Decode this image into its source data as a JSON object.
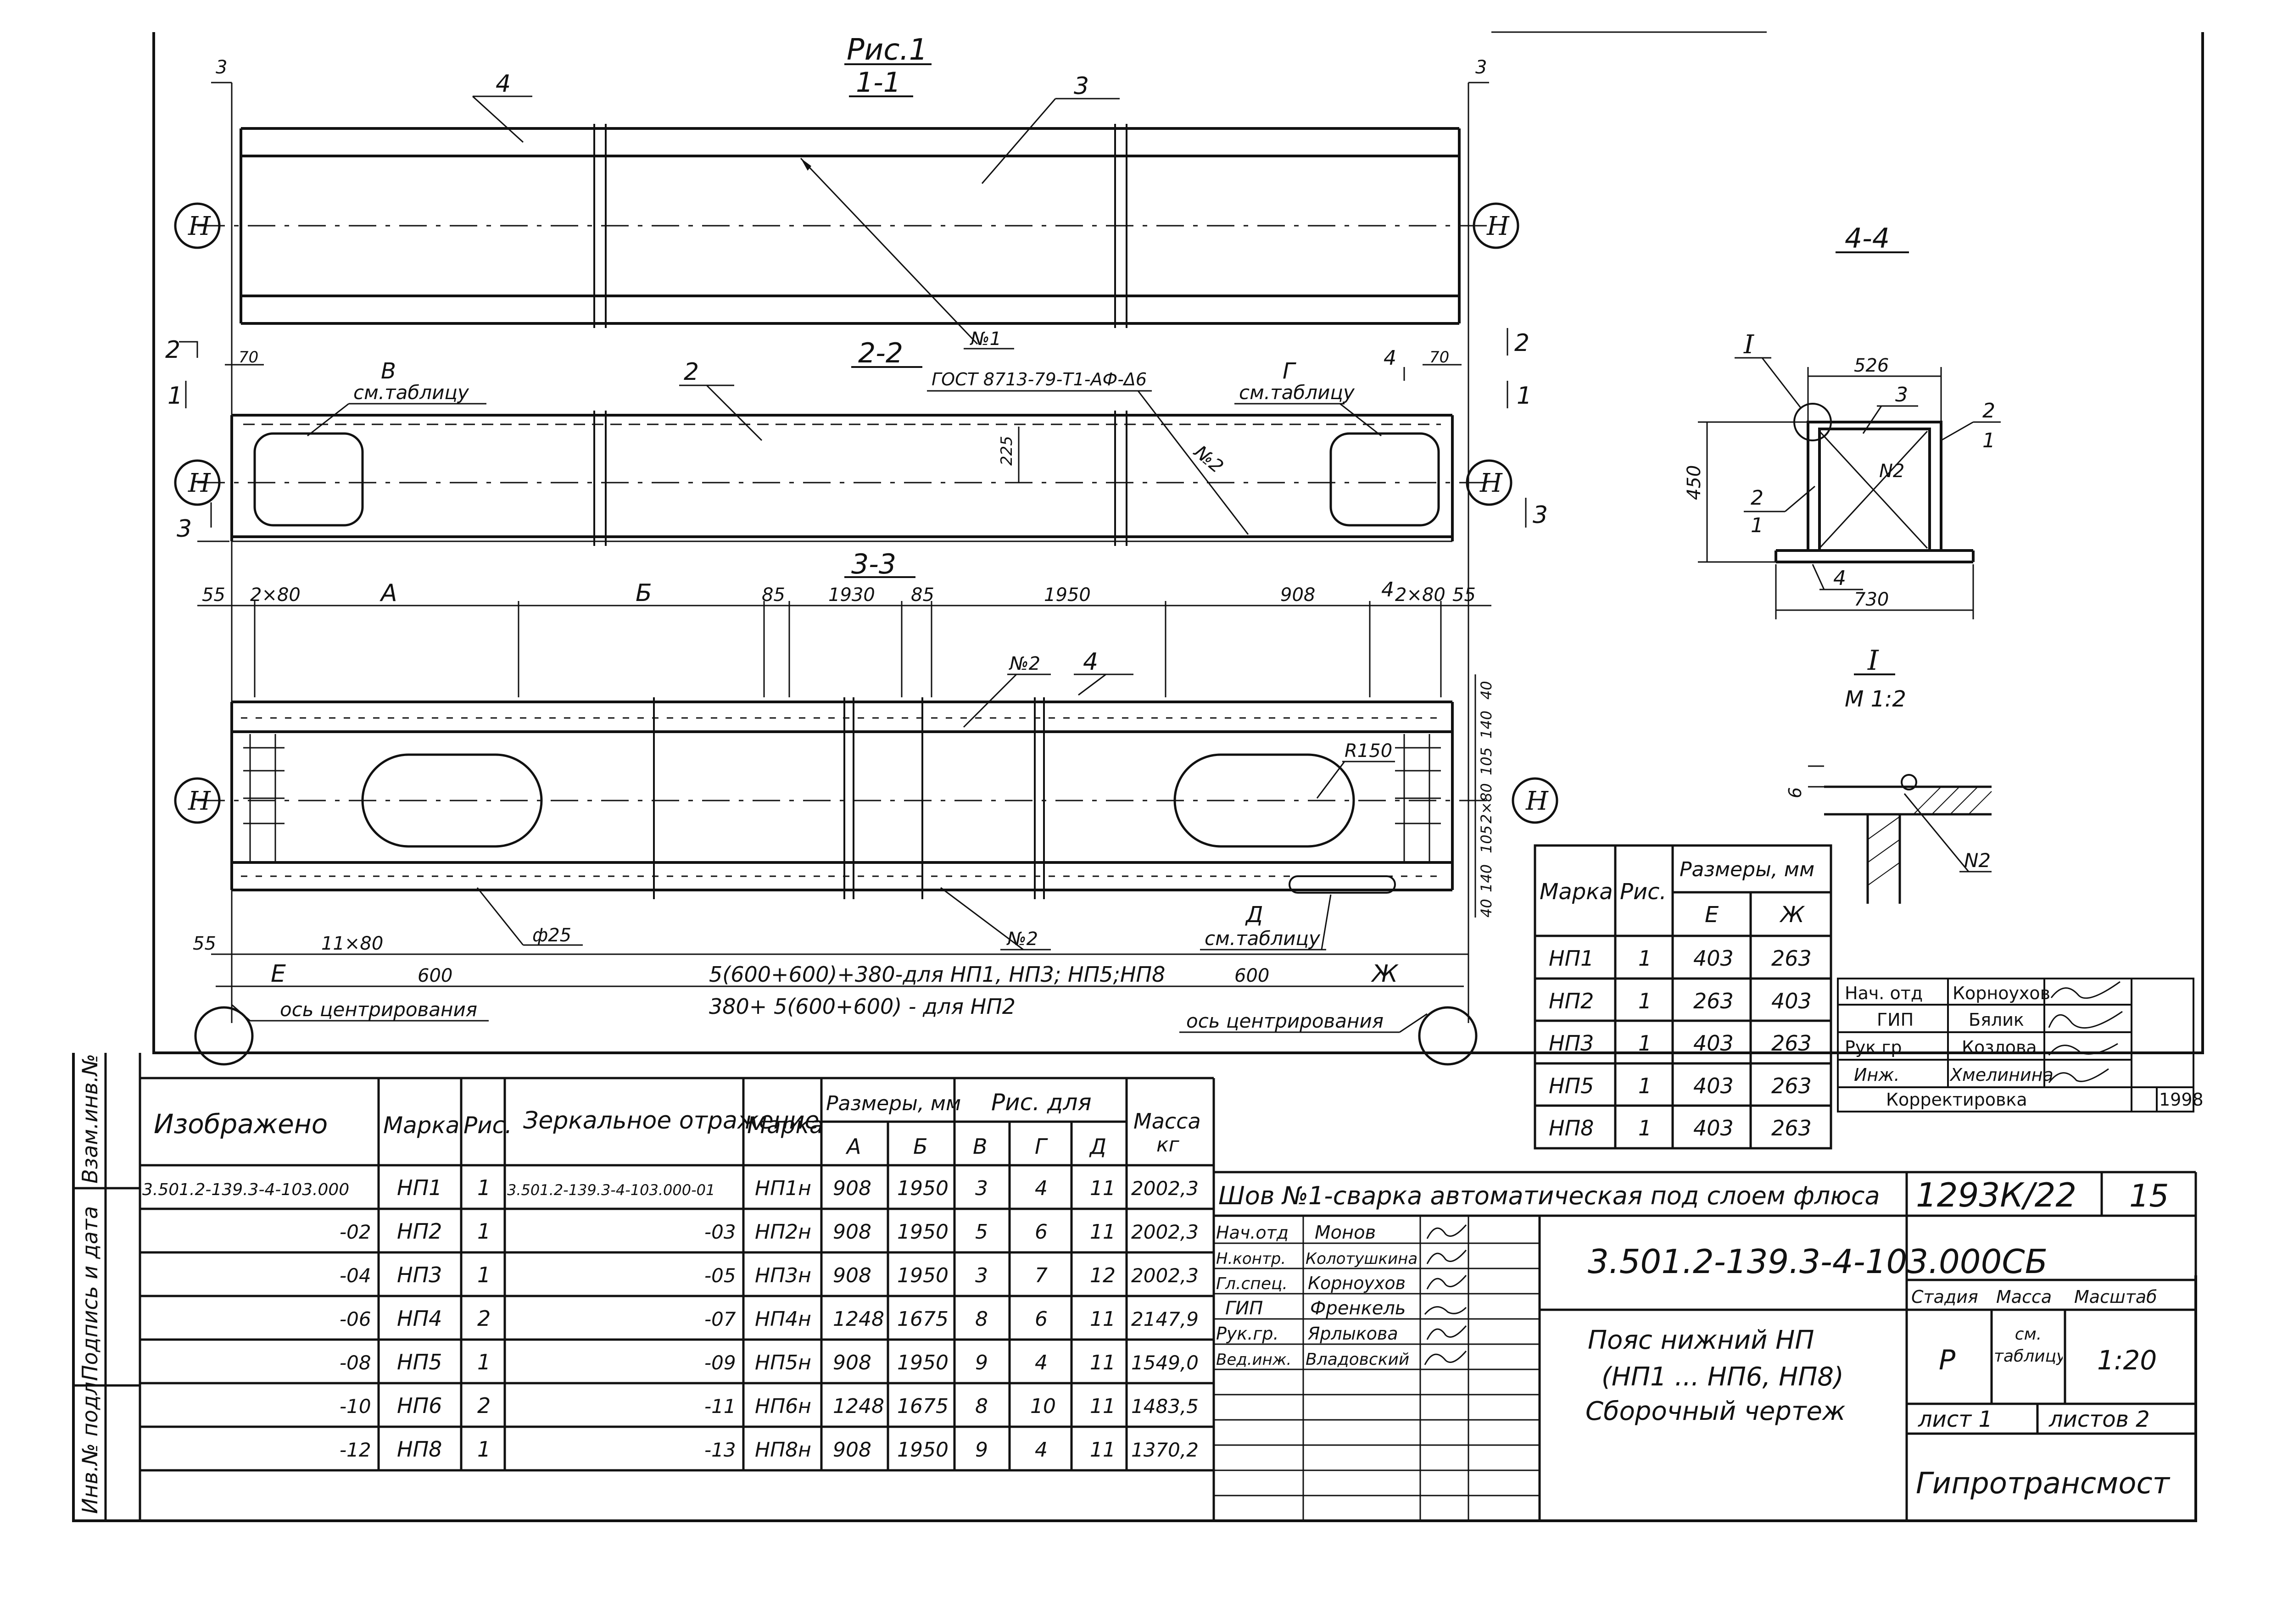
{
  "fig_title": "Рис.1",
  "views": {
    "v11": "1-1",
    "v22": "2-2",
    "v33": "3-3",
    "v44": "4-4",
    "detail": "I",
    "detail_scale": "М 1:2"
  },
  "cut_marks": {
    "three": "3",
    "two": "2",
    "one": "1",
    "four": "4"
  },
  "axis_mark": "Н",
  "callouts": {
    "p4": "4",
    "p3": "3",
    "p2": "2",
    "seam1": "№1",
    "seam2": "№2",
    "gost": "ГОСТ 8713-79-Т1-АФ-Δ6",
    "B": "В",
    "G": "Г",
    "D": "Д",
    "E": "Е",
    "Zh": "Ж",
    "see_table": "см.таблицу",
    "r150": "R150",
    "d25": "ф25",
    "d225": "225"
  },
  "dims_top": {
    "d55": "55",
    "d2x80": "2×80",
    "A": "А",
    "B": "Б",
    "d85": "85",
    "d1930": "1930",
    "d1950": "1950",
    "d908": "908",
    "d70": "70",
    "d40": "40",
    "d140": "140",
    "d105": "105"
  },
  "dims_bottom": {
    "d55": "55",
    "d11x80": "11×80",
    "d600": "600"
  },
  "notes": {
    "n1": "5(600+600)+380-для НП1, НП3; НП5;НП8",
    "n2": "380+ 5(600+600) - для НП2",
    "center_axis": "ось центрирования"
  },
  "section44": {
    "d526": "526",
    "d450": "450",
    "d730": "730",
    "p3": "3",
    "p2": "2",
    "p1": "1",
    "p4": "4",
    "n2": "N2",
    "i": "I"
  },
  "detail": {
    "d6": "6",
    "n2": "N2"
  },
  "small_table": {
    "header": {
      "marka": "Марка",
      "ris": "Рис.",
      "sizes": "Размеры, мм",
      "e": "Е",
      "zh": "Ж"
    },
    "rows": [
      {
        "m": "НП1",
        "r": "1",
        "e": "403",
        "z": "263"
      },
      {
        "m": "НП2",
        "r": "1",
        "e": "263",
        "z": "403"
      },
      {
        "m": "НП3",
        "r": "1",
        "e": "403",
        "z": "263"
      },
      {
        "m": "НП5",
        "r": "1",
        "e": "403",
        "z": "263"
      },
      {
        "m": "НП8",
        "r": "1",
        "e": "403",
        "z": "263"
      }
    ]
  },
  "approval_box": {
    "rows": [
      {
        "role": "Нач. отд",
        "name": "Корноухов"
      },
      {
        "role": "ГИП",
        "name": "Бялик"
      },
      {
        "role": "Рук  гр",
        "name": "Козлова"
      },
      {
        "role": "Инж.",
        "name": "Хмелинина"
      }
    ],
    "korr": "Корректировка",
    "year": "1998"
  },
  "main_table": {
    "header": {
      "izobr": "Изображено",
      "marka": "Марка",
      "ris": "Рис.",
      "zerk": "Зеркальное отражение",
      "marka2": "Марка",
      "sizes": "Размеры, мм",
      "a": "А",
      "b": "Б",
      "risdl": "Рис. для",
      "v": "В",
      "g": "Г",
      "d": "Д",
      "mass": "Масса",
      "kg": "кг"
    },
    "rows": [
      {
        "izo": "3.501.2-139.3-4-103.000",
        "m": "НП1",
        "r": "1",
        "z": "3.501.2-139.3-4-103.000-01",
        "m2": "НП1н",
        "a": "908",
        "b": "1950",
        "v": "3",
        "g": "4",
        "d": "11",
        "mass": "2002,3"
      },
      {
        "izo": "-02",
        "m": "НП2",
        "r": "1",
        "z": "-03",
        "m2": "НП2н",
        "a": "908",
        "b": "1950",
        "v": "5",
        "g": "6",
        "d": "11",
        "mass": "2002,3"
      },
      {
        "izo": "-04",
        "m": "НП3",
        "r": "1",
        "z": "-05",
        "m2": "НП3н",
        "a": "908",
        "b": "1950",
        "v": "3",
        "g": "7",
        "d": "12",
        "mass": "2002,3"
      },
      {
        "izo": "-06",
        "m": "НП4",
        "r": "2",
        "z": "-07",
        "m2": "НП4н",
        "a": "1248",
        "b": "1675",
        "v": "8",
        "g": "6",
        "d": "11",
        "mass": "2147,9"
      },
      {
        "izo": "-08",
        "m": "НП5",
        "r": "1",
        "z": "-09",
        "m2": "НП5н",
        "a": "908",
        "b": "1950",
        "v": "9",
        "g": "4",
        "d": "11",
        "mass": "1549,0"
      },
      {
        "izo": "-10",
        "m": "НП6",
        "r": "2",
        "z": "-11",
        "m2": "НП6н",
        "a": "1248",
        "b": "1675",
        "v": "8",
        "g": "10",
        "d": "11",
        "mass": "1483,5"
      },
      {
        "izo": "-12",
        "m": "НП8",
        "r": "1",
        "z": "-13",
        "m2": "НП8н",
        "a": "908",
        "b": "1950",
        "v": "9",
        "g": "4",
        "d": "11",
        "mass": "1370,2"
      }
    ]
  },
  "weld_note": "Шов №1-сварка автоматическая под слоем флюса",
  "stamp": {
    "album": "1293К/22",
    "sheet_num": "15",
    "doc_code": "3.501.2-139.3-4-103.000СБ",
    "title1": "Пояс нижний НП",
    "title2": "(НП1 ... НП6, НП8)",
    "title3": "Сборочный чертеж",
    "stage_h": "Стадия",
    "mass_h": "Масса",
    "scale_h": "Масштаб",
    "stage": "Р",
    "mass": "см. таблицу",
    "scale": "1:20",
    "list": "лист 1",
    "lists": "листов 2",
    "org": "Гипротрансмост",
    "people": [
      {
        "role": "Нач.отд",
        "name": "Монов"
      },
      {
        "role": "Н.контр.",
        "name": "Колотушкина"
      },
      {
        "role": "Гл.спец.",
        "name": "Корноухов"
      },
      {
        "role": "ГИП",
        "name": "Френкель"
      },
      {
        "role": "Рук.гр.",
        "name": "Ярлыкова"
      },
      {
        "role": "Вед.инж.",
        "name": "Владовский"
      }
    ]
  },
  "left_margin": {
    "vzam": "Взам.инв.№",
    "podp": "Подпись и дата",
    "inv": "Инв.№ подл."
  }
}
